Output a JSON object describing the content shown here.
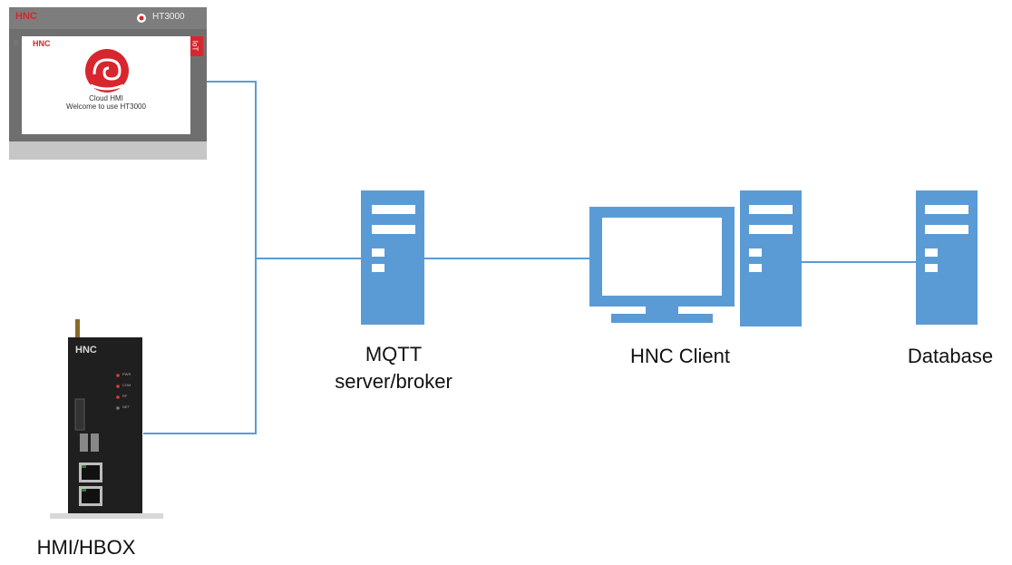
{
  "nodes": {
    "hmi_panel": {
      "brand": "HNC",
      "model": "HT3000",
      "screen_brand": "HNC",
      "screen_tag": "IoT",
      "screen_title": "Cloud HMI",
      "screen_subtitle": "Welcome to use HT3000"
    },
    "hbox": {
      "brand": "HNC",
      "led_labels": [
        "PWR",
        "COM",
        "RF",
        "NET"
      ],
      "caption": "HMI/HBOX"
    },
    "mqtt": {
      "caption_line1": "MQTT",
      "caption_line2": "server/broker"
    },
    "client": {
      "caption": "HNC Client"
    },
    "database": {
      "caption": "Database"
    }
  },
  "colors": {
    "link": "#5b9bd5",
    "server": "#5b9bd5",
    "server_detail": "#ffffff",
    "brand_red": "#d7262d"
  }
}
